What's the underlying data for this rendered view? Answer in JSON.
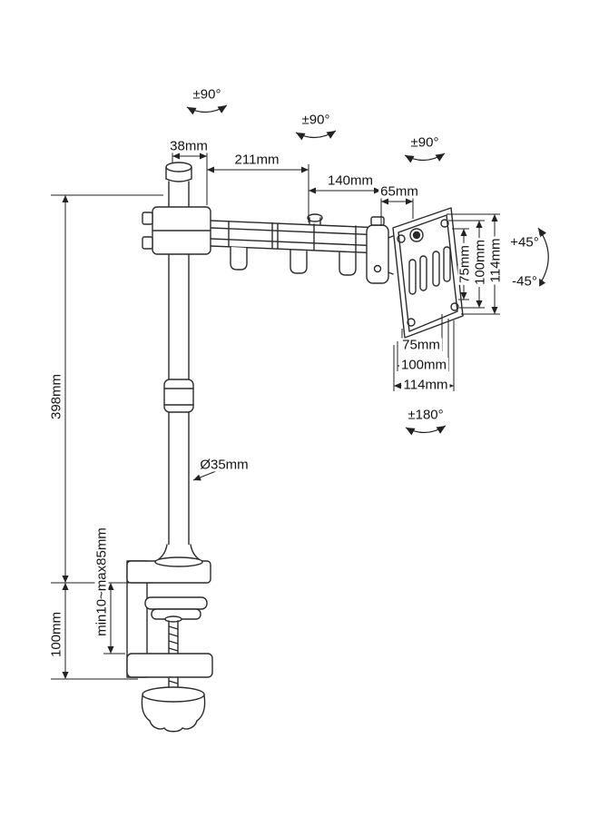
{
  "colors": {
    "line": "#2b2b2b",
    "background": "#ffffff"
  },
  "annotations": {
    "swivel_pole": "±90°",
    "swivel_mid": "±90°",
    "swivel_head": "±90°",
    "offset_38": "38mm",
    "arm_211": "211mm",
    "arm_140": "140mm",
    "head_65": "65mm",
    "pole_height": "398mm",
    "pole_diameter": "Ø35mm",
    "clamp_range": "min10~max85mm",
    "clamp_height": "100mm",
    "vesa_v_75": "75mm",
    "vesa_v_100": "100mm",
    "vesa_v_114": "114mm",
    "vesa_h_75": "75mm",
    "vesa_h_100": "100mm",
    "vesa_h_114": "114mm",
    "tilt_up": "+45°",
    "tilt_down": "-45°",
    "rotate_180": "±180°"
  }
}
